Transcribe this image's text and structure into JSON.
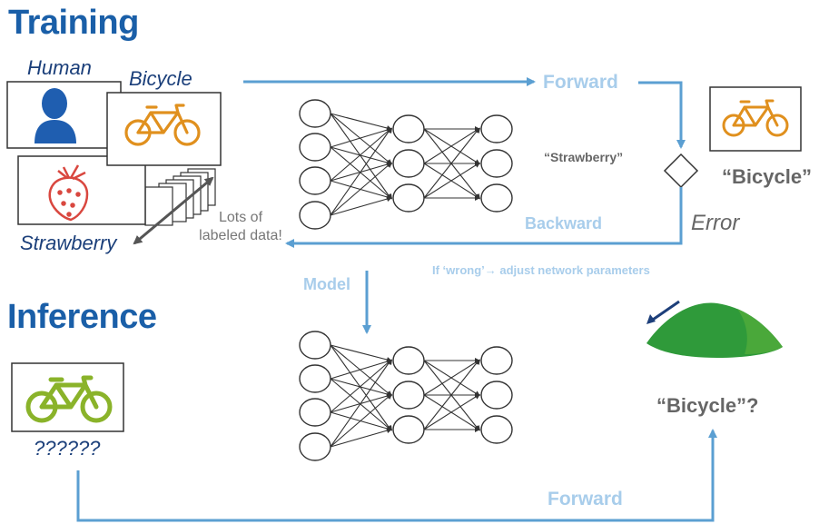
{
  "training": {
    "title": "Training",
    "label_human": "Human",
    "label_bicycle": "Bicycle",
    "label_strawberry": "Strawberry",
    "lots_line1": "Lots of",
    "lots_line2": "labeled data!",
    "forward": "Forward",
    "prediction": "“Strawberry”",
    "truth": "“Bicycle”",
    "error": "Error",
    "backward": "Backward",
    "adjust": "If ‘wrong’→ adjust network parameters"
  },
  "model_label": "Model",
  "inference": {
    "title": "Inference",
    "unknown": "??????",
    "result": "“Bicycle”?",
    "forward": "Forward"
  },
  "colors": {
    "heading_blue": "#1a5fa8",
    "arrow_blue": "#5b9fd2",
    "pale_blue": "#a8cdeb",
    "bike_orange": "#e0901e",
    "bike_green": "#8ab32a",
    "strawberry_red": "#d9473f",
    "human_blue": "#1f5eb0",
    "hill_green": "#2f9a3a"
  },
  "icons": [
    "human-icon",
    "bicycle-icon",
    "strawberry-icon",
    "decision-diamond-icon",
    "hill-icon",
    "arrow-icon"
  ]
}
